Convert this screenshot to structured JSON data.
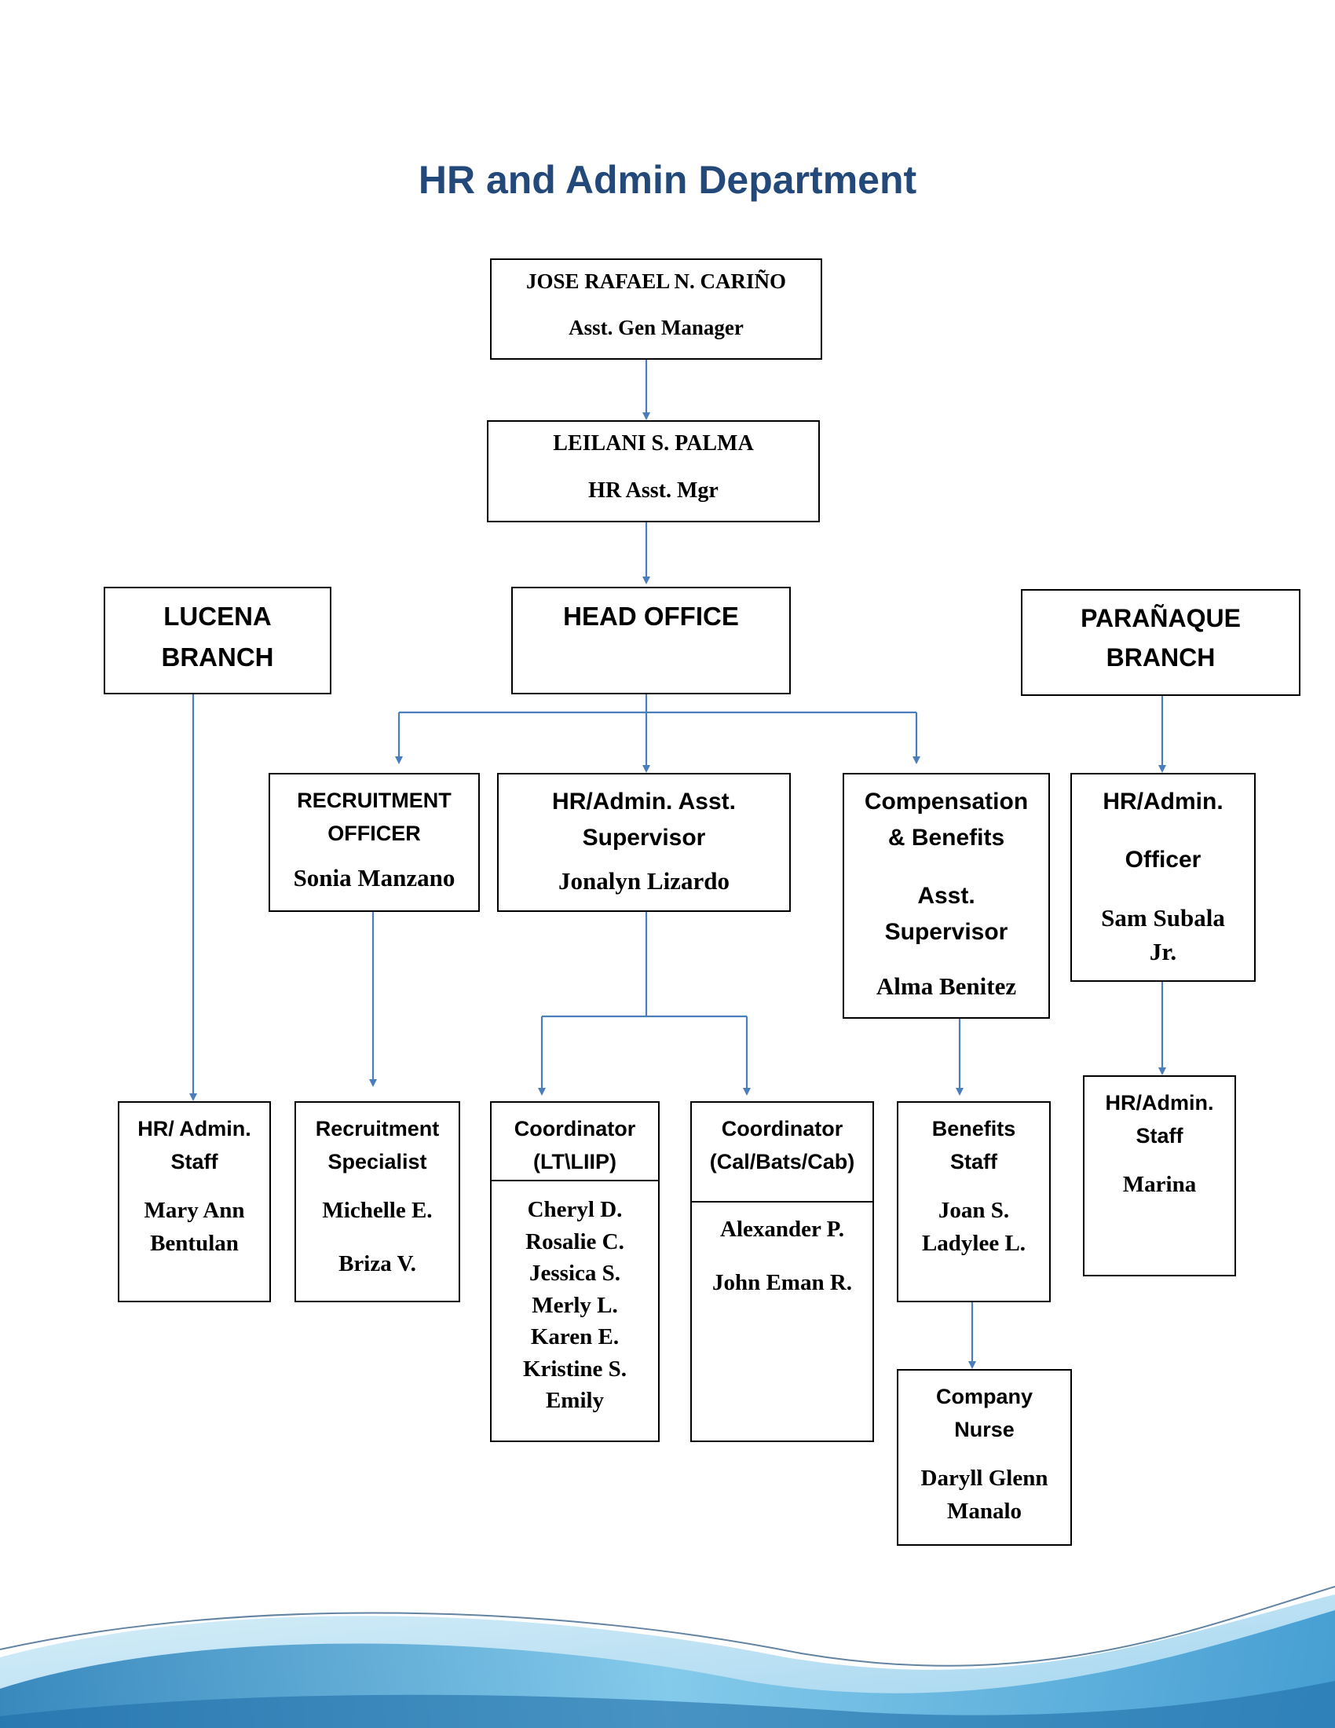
{
  "title": "HR and Admin Department",
  "colors": {
    "title": "#23497a",
    "connector": "#4a7ebb",
    "box_border": "#000000"
  },
  "nodes": {
    "agm": {
      "name": "JOSE RAFAEL N. CARIÑO",
      "role": "Asst. Gen Manager"
    },
    "hrmgr": {
      "name": "LEILANI S. PALMA",
      "role": "HR Asst. Mgr"
    },
    "lucena": {
      "line1": "LUCENA",
      "line2": "BRANCH"
    },
    "head": {
      "line1": "HEAD OFFICE"
    },
    "paranaque": {
      "line1": "PARAÑAQUE",
      "line2": "BRANCH"
    },
    "recruit_officer": {
      "role1": "RECRUITMENT",
      "role2": "OFFICER",
      "name": "Sonia Manzano"
    },
    "hr_sup": {
      "role1": "HR/Admin. Asst.",
      "role2": "Supervisor",
      "name": "Jonalyn Lizardo"
    },
    "comp": {
      "role1": "Compensation",
      "role2": "& Benefits",
      "role3": "Asst.",
      "role4": "Supervisor",
      "name": "Alma Benitez"
    },
    "par_officer": {
      "role1": "HR/Admin.",
      "role2": "Officer",
      "name1": "Sam Subala",
      "name2": "Jr."
    },
    "luc_staff": {
      "role1": "HR/ Admin.",
      "role2": "Staff",
      "name1": "Mary Ann",
      "name2": "Bentulan"
    },
    "rec_spec": {
      "role1": "Recruitment",
      "role2": "Specialist",
      "name1": "Michelle E.",
      "name2": "Briza V."
    },
    "coord1": {
      "role1": "Coordinator",
      "role2": "(LT\\LIIP)",
      "names": [
        "Cheryl D.",
        "Rosalie C.",
        "Jessica S.",
        "Merly L.",
        "Karen E.",
        "Kristine S.",
        "Emily"
      ]
    },
    "coord2": {
      "role1": "Coordinator",
      "role2": "(Cal/Bats/Cab)",
      "name1": "Alexander P.",
      "name2": "John Eman R."
    },
    "benefits": {
      "role1": "Benefits",
      "role2": "Staff",
      "name1": "Joan S.",
      "name2": "Ladylee L."
    },
    "par_staff": {
      "role1": "HR/Admin.",
      "role2": "Staff",
      "name": "Marina"
    },
    "nurse": {
      "role1": "Company",
      "role2": "Nurse",
      "name1": "Daryll Glenn",
      "name2": "Manalo"
    }
  }
}
